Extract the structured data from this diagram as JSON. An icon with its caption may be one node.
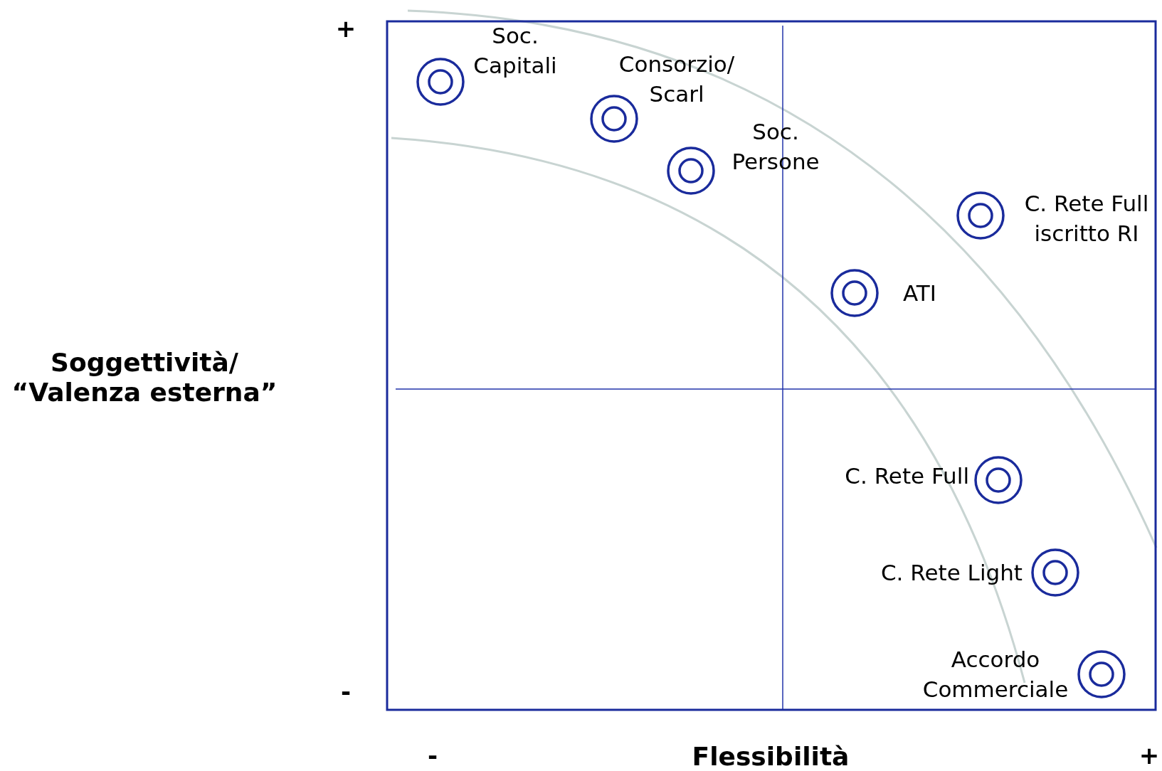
{
  "diagram": {
    "nodes": [
      {
        "text": [],
        "shape": "circle",
        "beside": [
          "Soc. Capitali"
        ]
      },
      {
        "text": [],
        "shape": "circle",
        "beside": [
          "Consorzio/ Scarl"
        ]
      },
      {
        "text": [],
        "shape": "circle",
        "beside": [
          "Soc. Persone"
        ]
      },
      {
        "text": [],
        "shape": "circle",
        "beside": [
          "C. Rete Full iscritto RI"
        ]
      },
      {
        "text": [],
        "shape": "circle",
        "beside": [
          "ATI"
        ]
      },
      {
        "text": [],
        "shape": "circle",
        "beside": [
          "C. Rete Full"
        ]
      },
      {
        "text": [],
        "shape": "circle",
        "beside": [
          "C. Rete Light"
        ]
      },
      {
        "text": [],
        "shape": "circle",
        "beside": [
          "Accordo Commerciale"
        ]
      }
    ],
    "edges": [],
    "labels": [
      "+",
      "Soggettività/ “Valenza esterna”",
      "-",
      "-",
      "Flessibilità",
      "+"
    ]
  }
}
